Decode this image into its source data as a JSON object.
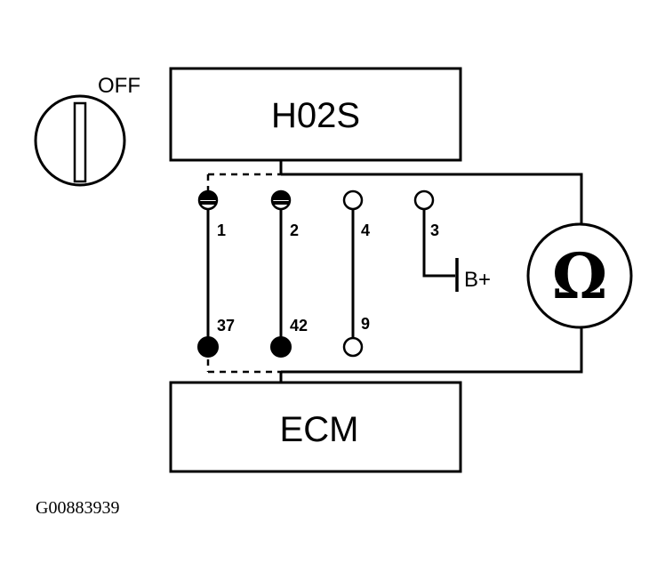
{
  "switch": {
    "position_label": "OFF"
  },
  "sensor_box": {
    "label": "H02S"
  },
  "ecm_box": {
    "label": "ECM"
  },
  "pins": {
    "sensor": [
      "1",
      "2",
      "4",
      "3"
    ],
    "ecm": [
      "37",
      "42",
      "9"
    ]
  },
  "battery_label": "B+",
  "ohmmeter_symbol": "Ω",
  "figure_id": "G00883939"
}
